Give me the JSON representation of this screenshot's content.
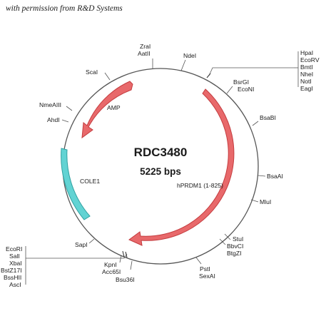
{
  "attribution": "with permission from R&D Systems",
  "plasmid": {
    "name": "RDC3480",
    "size": "5225 bps"
  },
  "colors": {
    "backbone": "#555555",
    "amp": "#e8696b",
    "hprdm1": "#e8696b",
    "cole1": "#62d3d3",
    "outline": "#c43c3f",
    "cole1_outline": "#2fa0a0"
  },
  "features": {
    "amp": "AMP",
    "cole1": "COLE1",
    "hprdm1": "hPRDM1 (1-825)"
  },
  "sites": {
    "zrai": "ZraI",
    "aatii": "AatII",
    "ndei": "NdeI",
    "hpai": "HpaI",
    "ecorv": "EcoRV",
    "bmti": "BmtI",
    "nhei": "NheI",
    "noti": "NotI",
    "eagi": "EagI",
    "bsrgi": "BsrGI",
    "econi": "EcoNI",
    "bsabi": "BsaBI",
    "bsaai": "BsaAI",
    "mlui": "MluI",
    "stui": "StuI",
    "bbvci": "BbvCI",
    "btgzi": "BtgZI",
    "psti": "PstI",
    "sexai": "SexAI",
    "kpni": "KpnI",
    "acc65i": "Acc65I",
    "bsu36i": "Bsu36I",
    "sapi": "SapI",
    "ecori": "EcoRI",
    "sali": "SalI",
    "xbai": "XbaI",
    "bstz17i": "BstZ17I",
    "bsshii": "BssHII",
    "asci": "AscI",
    "scai": "ScaI",
    "nmeaiii": "NmeAIII",
    "ahdi": "AhdI"
  }
}
